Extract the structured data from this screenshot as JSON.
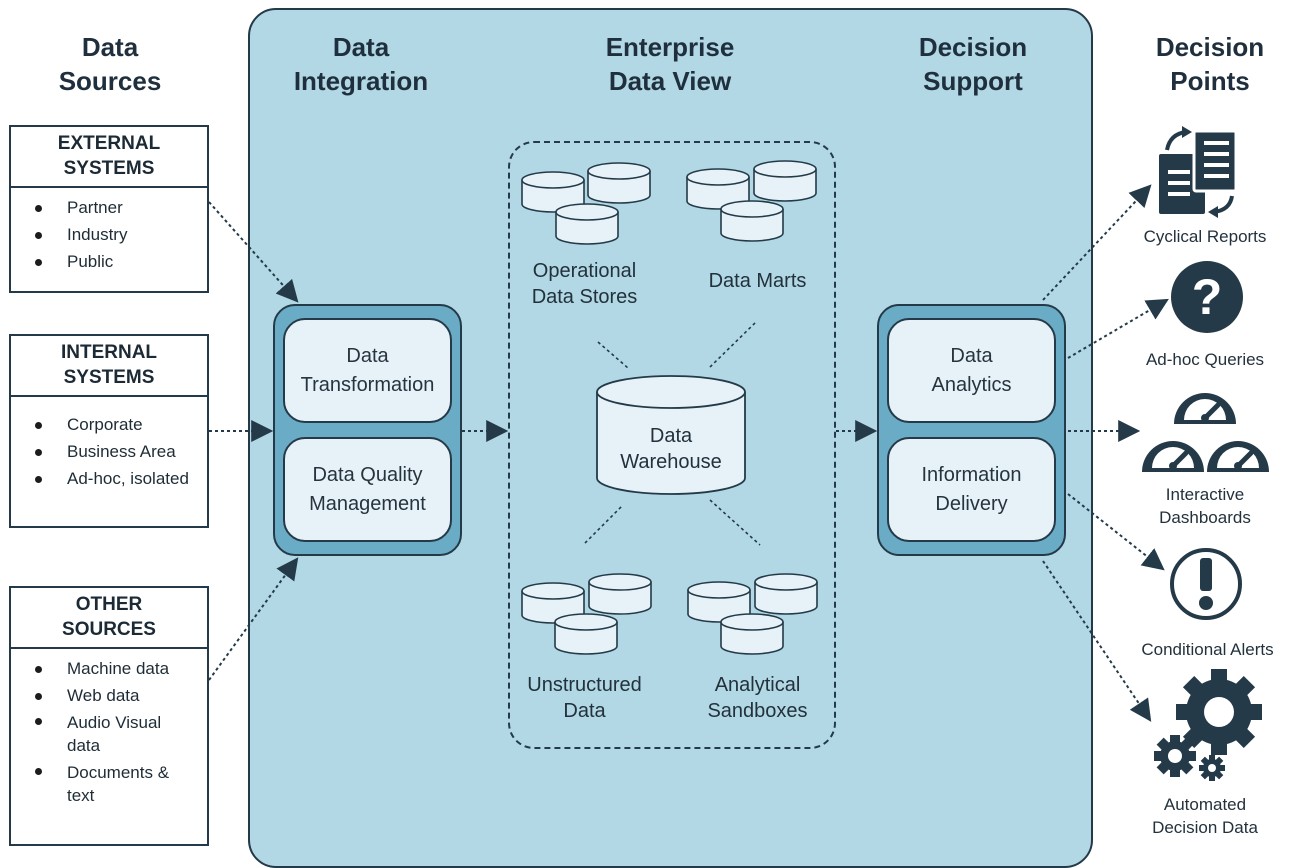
{
  "columns": {
    "data_sources": [
      "Data",
      "Sources"
    ],
    "data_integration": [
      "Data",
      "Integration"
    ],
    "enterprise_data_view": [
      "Enterprise",
      "Data View"
    ],
    "decision_support": [
      "Decision",
      "Support"
    ],
    "decision_points": [
      "Decision",
      "Points"
    ]
  },
  "sources": {
    "external": {
      "title": [
        "EXTERNAL",
        "SYSTEMS"
      ],
      "items": [
        "Partner",
        "Industry",
        "Public"
      ]
    },
    "internal": {
      "title": [
        "INTERNAL",
        "SYSTEMS"
      ],
      "items": [
        "Corporate",
        "Business Area",
        "Ad-hoc, isolated"
      ]
    },
    "other": {
      "title": [
        "OTHER",
        "SOURCES"
      ],
      "items": [
        "Machine data",
        "Web data",
        "Audio Visual data",
        "Documents & text"
      ]
    }
  },
  "integration": {
    "transformation": [
      "Data",
      "Transformation"
    ],
    "quality": [
      "Data Quality",
      "Management"
    ]
  },
  "data_view": {
    "operational": [
      "Operational",
      "Data Stores"
    ],
    "marts": [
      "Data Marts"
    ],
    "warehouse": [
      "Data",
      "Warehouse"
    ],
    "unstructured": [
      "Unstructured",
      "Data"
    ],
    "sandboxes": [
      "Analytical",
      "Sandboxes"
    ]
  },
  "support": {
    "analytics": [
      "Data",
      "Analytics"
    ],
    "delivery": [
      "Information",
      "Delivery"
    ]
  },
  "decision_points": {
    "reports": [
      "Cyclical Reports"
    ],
    "queries": [
      "Ad-hoc Queries"
    ],
    "dashboards": [
      "Interactive",
      "Dashboards"
    ],
    "alerts": [
      "Conditional Alerts"
    ],
    "automated": [
      "Automated",
      "Decision Data"
    ]
  },
  "icons": {
    "reports": "document-refresh-icon",
    "queries": "question-mark-icon",
    "dashboards": "gauge-icon",
    "alerts": "exclamation-icon",
    "automated": "gears-icon",
    "database": "database-cylinder-icon"
  },
  "colors": {
    "panel": "#b1d8e4",
    "outline": "#243a48",
    "process_outer": "#6aacc6",
    "process_inner": "#e6f2f7",
    "icon": "#253a48"
  }
}
